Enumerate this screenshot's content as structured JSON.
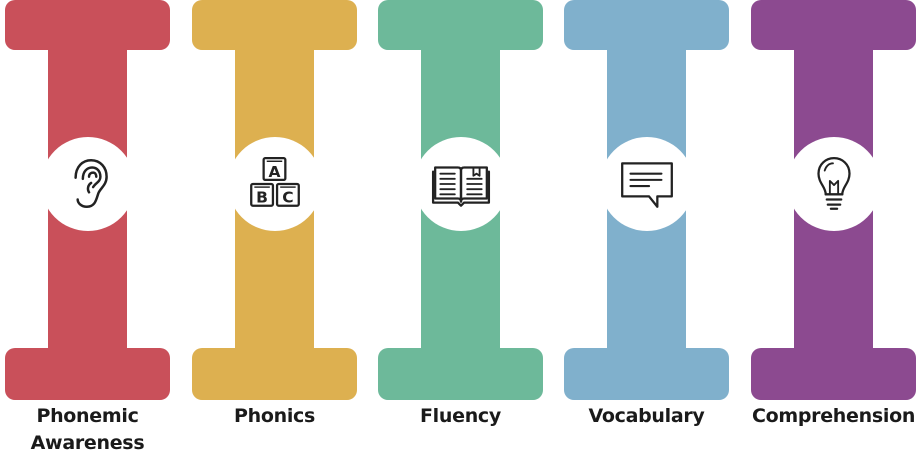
{
  "pillars": [
    {
      "label_lines": [
        "Phonemic",
        "Awareness"
      ],
      "color": "#c9505a",
      "icon": "ear-icon"
    },
    {
      "label_lines": [
        "Phonics"
      ],
      "color": "#ddb050",
      "icon": "abc-blocks-icon"
    },
    {
      "label_lines": [
        "Fluency"
      ],
      "color": "#6db99a",
      "icon": "open-book-icon"
    },
    {
      "label_lines": [
        "Vocabulary"
      ],
      "color": "#80b0cc",
      "icon": "speech-bubble-icon"
    },
    {
      "label_lines": [
        "Comprehension"
      ],
      "color": "#8c4a90",
      "icon": "lightbulb-icon"
    }
  ]
}
